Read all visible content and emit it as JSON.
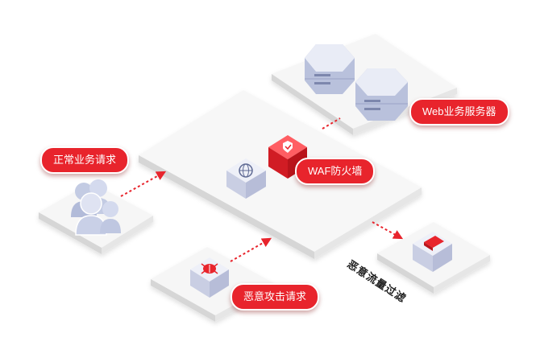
{
  "labels": {
    "normal_request": "正常业务请求",
    "waf": "WAF防火墙",
    "web_servers": "Web业务服务器",
    "malicious_request": "恶意攻击请求",
    "filtered_traffic": "恶意流量过滤"
  },
  "colors": {
    "accent": "#e8242c",
    "platform_top": "#f6f6f6",
    "platform_side": "#dcdcdc",
    "cube": "#e4e7f2",
    "server": "#d9deef",
    "arrow": "#e8242c"
  },
  "icons": [
    "users-icon",
    "globe-icon",
    "shield-check-icon",
    "bug-icon",
    "folder-icon",
    "server-icon"
  ]
}
